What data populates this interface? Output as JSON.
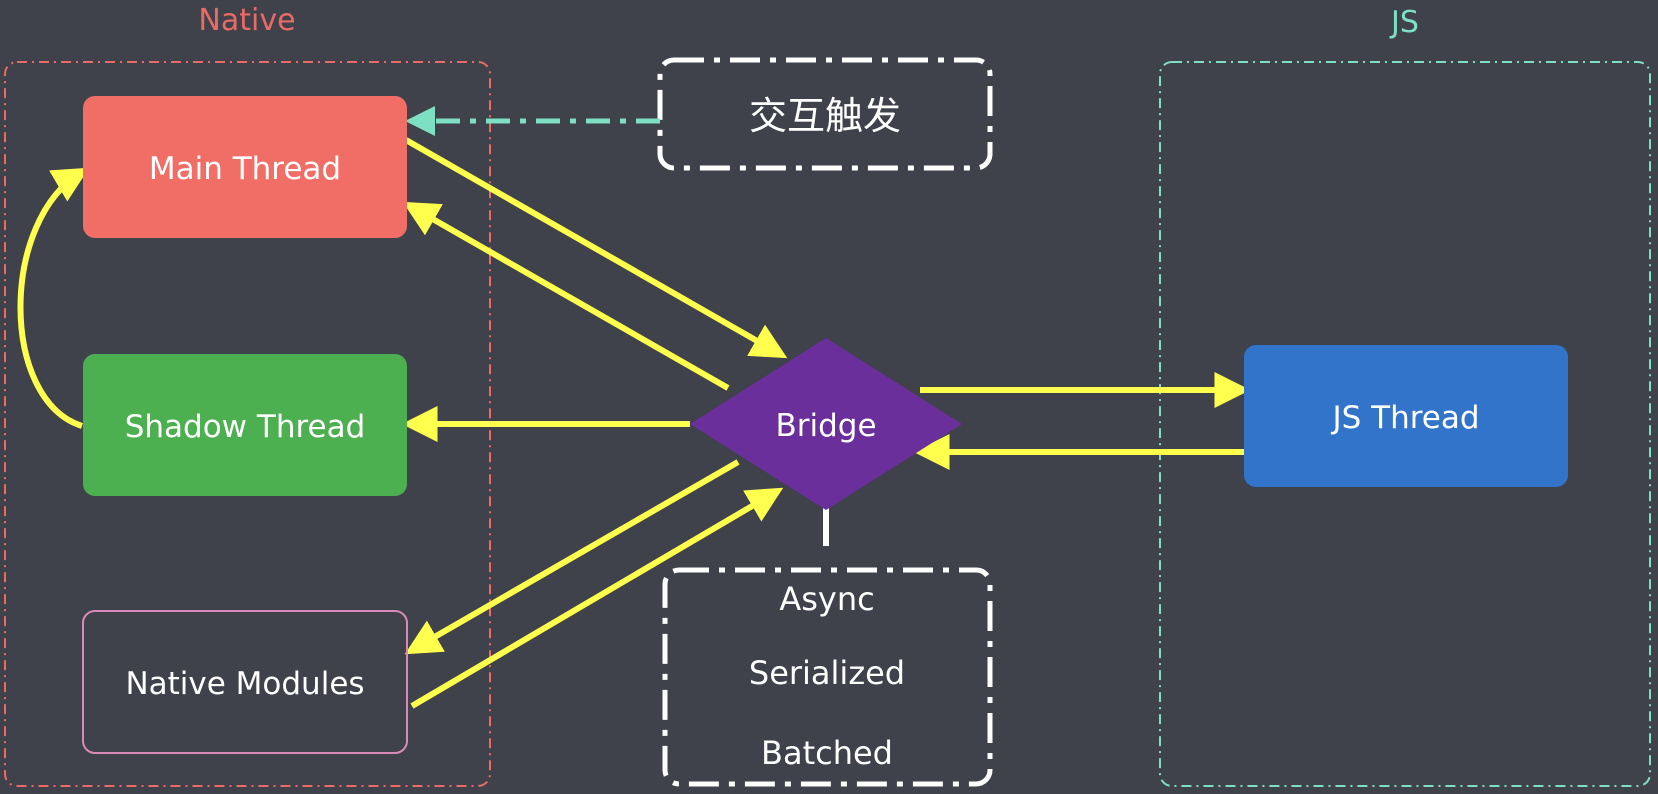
{
  "groups": {
    "native_label": "Native",
    "js_label": "JS"
  },
  "nodes": {
    "main_thread": "Main Thread",
    "shadow_thread": "Shadow Thread",
    "native_modules": "Native Modules",
    "bridge": "Bridge",
    "js_thread": "JS Thread"
  },
  "notes": {
    "interaction_trigger": "交互触发",
    "bridge_props": [
      "Async",
      "Serialized",
      "Batched"
    ]
  },
  "colors": {
    "background": "#3f414b",
    "native_group": "#ea6b66",
    "js_group": "#7ee0c3",
    "main_thread": "#f06e66",
    "shadow_thread": "#4caf50",
    "native_modules_border": "#d98ab6",
    "bridge": "#6a2f9a",
    "js_thread": "#3274c9",
    "arrow": "#ffff4d",
    "trigger_arrow": "#7ee0c3",
    "note_border": "#ffffff"
  }
}
